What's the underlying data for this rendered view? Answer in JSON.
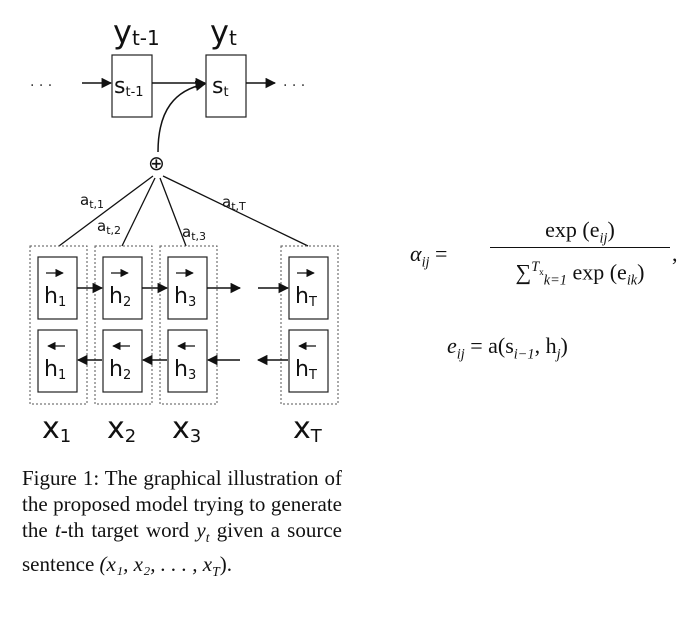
{
  "diagram": {
    "outputs": {
      "y_prev": "y",
      "y_prev_sub": "t-1",
      "y_cur": "y",
      "y_cur_sub": "t"
    },
    "decoder": {
      "s_prev": "s",
      "s_prev_sub": "t-1",
      "s_cur": "s",
      "s_cur_sub": "t",
      "dots": "· · ·"
    },
    "combine_symbol": "⊕",
    "weights": [
      {
        "base": "a",
        "sub": "t,1"
      },
      {
        "base": "a",
        "sub": "t,2"
      },
      {
        "base": "a",
        "sub": "t,3"
      },
      {
        "base": "a",
        "sub": "t,T"
      }
    ],
    "encoder_columns": [
      {
        "sub": "1"
      },
      {
        "sub": "2"
      },
      {
        "sub": "3"
      },
      {
        "sub": "T"
      }
    ],
    "hidden_base": "h",
    "input_base": "x"
  },
  "equations": {
    "alpha_lhs": "α",
    "alpha_lhs_sub": "ij",
    "numerator": "exp (e",
    "numerator_sub": "ij",
    "denominator_sum": "∑",
    "denominator_upper": "T",
    "denominator_upper_sub": "x",
    "denominator_lower": "k=1",
    "denominator_term": "exp (e",
    "denominator_term_sub": "ik",
    "e_lhs": "e",
    "e_lhs_sub": "ij",
    "e_rhs": "= a(s",
    "e_rhs_sub1": "i−1",
    "e_rhs_mid": ", h",
    "e_rhs_sub2": "j",
    "e_rhs_end": ")"
  },
  "caption": {
    "part1": "Figure 1:  The graphical illustration of the proposed model trying to generate the ",
    "t_italic": "t",
    "part2": "-th target word ",
    "y_italic": "y",
    "y_sub": "t",
    "part3": " given a source sentence ",
    "math": "(x₁, x₂, . . . , x",
    "math_sub": "T",
    "math_end": ")."
  }
}
